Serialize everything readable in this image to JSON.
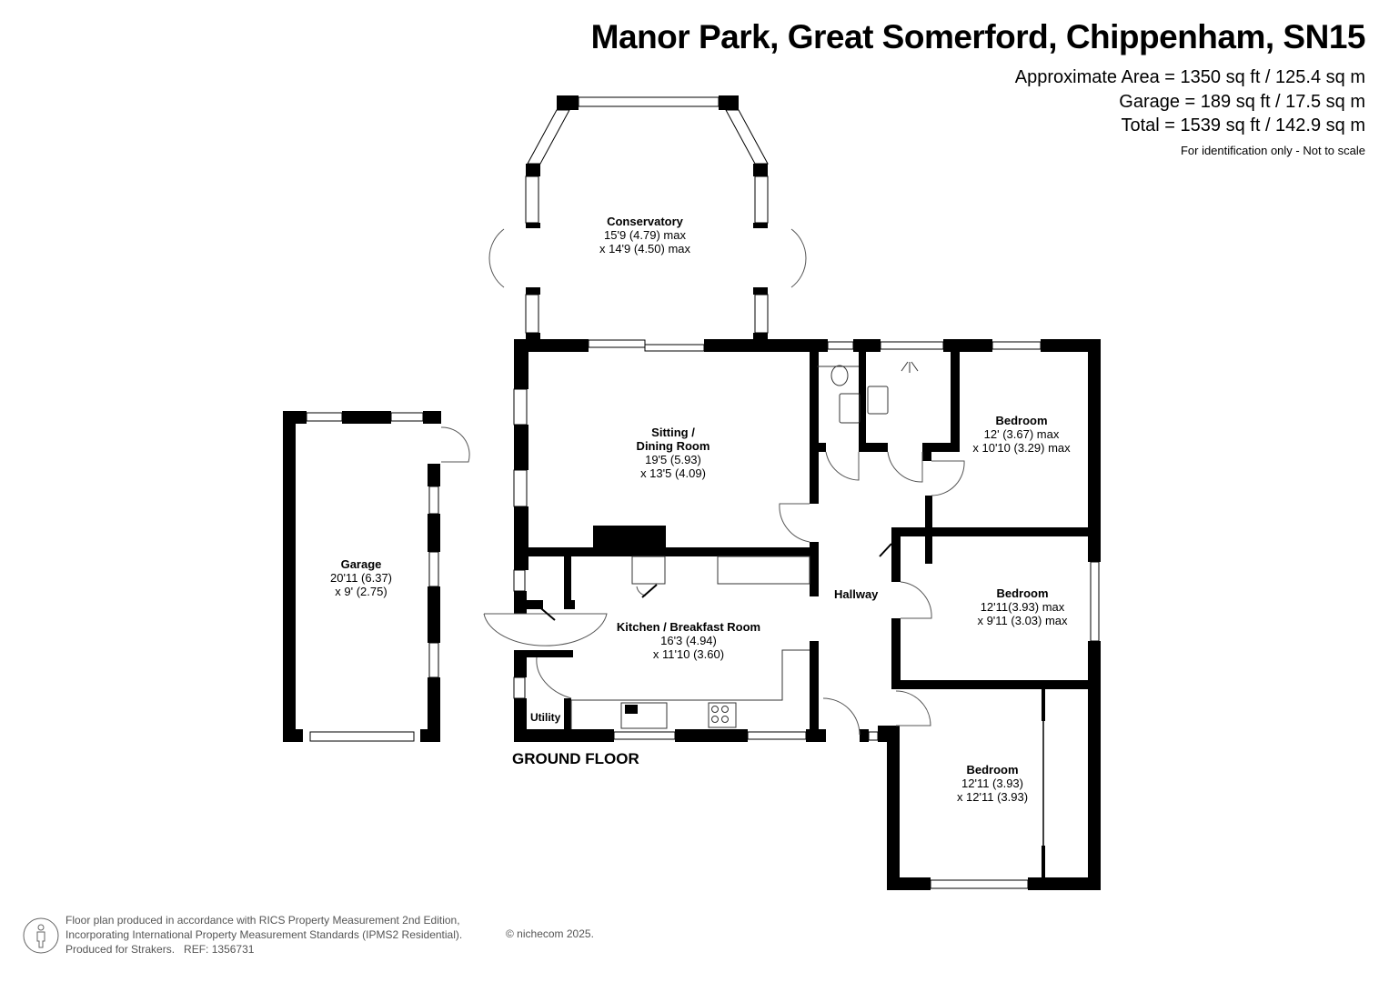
{
  "header": {
    "title": "Manor Park, Great Somerford, Chippenham, SN15",
    "areas": [
      "Approximate Area = 1350 sq ft / 125.4 sq m",
      "Garage = 189 sq ft / 17.5 sq m",
      "Total = 1539 sq ft / 142.9 sq m"
    ],
    "note": "For identification only - Not to scale"
  },
  "floor": {
    "label": "GROUND FLOOR",
    "rooms": [
      {
        "id": "conservatory",
        "name": "Conservatory",
        "dims": [
          "15'9 (4.79) max",
          "x 14'9 (4.50) max"
        ]
      },
      {
        "id": "sitting-dining",
        "name": "Sitting /",
        "name2": "Dining Room",
        "dims": [
          "19'5 (5.93)",
          "x 13'5 (4.09)"
        ]
      },
      {
        "id": "garage",
        "name": "Garage",
        "dims": [
          "20'11 (6.37)",
          "x 9' (2.75)"
        ]
      },
      {
        "id": "kitchen",
        "name": "Kitchen / Breakfast Room",
        "dims": [
          "16'3 (4.94)",
          "x 11'10 (3.60)"
        ]
      },
      {
        "id": "bedroom-1",
        "name": "Bedroom",
        "dims": [
          "12' (3.67) max",
          "x 10'10 (3.29) max"
        ]
      },
      {
        "id": "bedroom-2",
        "name": "Bedroom",
        "dims": [
          "12'11(3.93) max",
          "x 9'11 (3.03) max"
        ]
      },
      {
        "id": "bedroom-3",
        "name": "Bedroom",
        "dims": [
          "12'11 (3.93)",
          "x 12'11 (3.93)"
        ]
      }
    ],
    "utility": "Utility",
    "hallway": "Hallway"
  },
  "footer": {
    "lines": [
      "Floor plan produced in accordance with RICS Property Measurement 2nd Edition,",
      "Incorporating International Property Measurement Standards (IPMS2 Residential).",
      "Produced for Strakers.   REF: 1356731"
    ],
    "copyright": "© nichecom 2025."
  }
}
